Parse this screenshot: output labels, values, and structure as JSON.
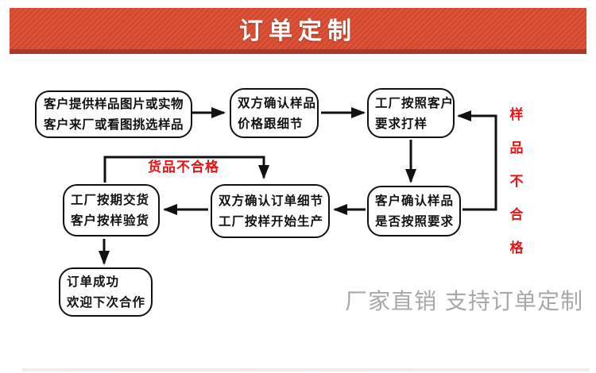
{
  "banner": {
    "title": "订单定制",
    "background": "#d8492f",
    "edge": "#a93a27",
    "text_color": "#ffffff"
  },
  "flowchart": {
    "boxes": [
      {
        "name": "provide-sample",
        "lines": [
          "客户提供样品图片或实物",
          "客户来厂或看图挑选样品"
        ]
      },
      {
        "name": "confirm-sample-price",
        "lines": [
          "双方确认样品",
          "价格跟细节"
        ]
      },
      {
        "name": "factory-proofing",
        "lines": [
          "工厂按照客户",
          "要求打样"
        ]
      },
      {
        "name": "delivery-inspection",
        "lines": [
          "工厂按期交货",
          "客户按样验货"
        ]
      },
      {
        "name": "confirm-order-produce",
        "lines": [
          "双方确认订单细节",
          "工厂按样开始生产"
        ]
      },
      {
        "name": "customer-confirm",
        "lines": [
          "客户确认样品",
          "是否按照要求"
        ]
      },
      {
        "name": "order-success",
        "lines": [
          "订单成功",
          "欢迎下次合作"
        ]
      }
    ],
    "fail_labels": {
      "goods": "货品不合格",
      "sample": "样品不合格",
      "color": "#ee1111"
    },
    "line_color": "#111111"
  },
  "footer": {
    "tagline": "厂家直销 支持订单定制",
    "color": "#a8a8a8"
  }
}
